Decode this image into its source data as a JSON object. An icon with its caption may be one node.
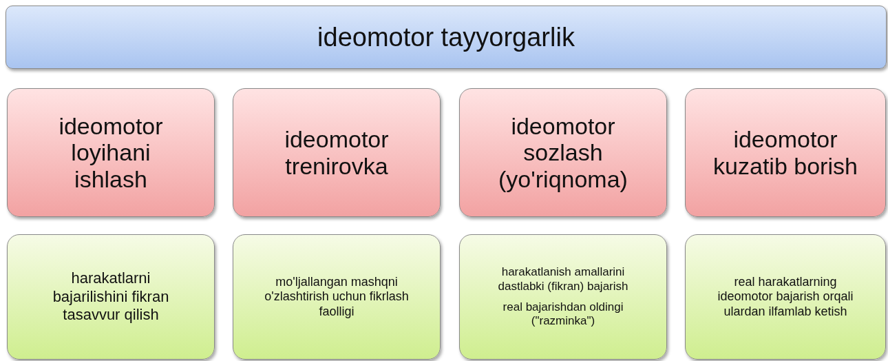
{
  "diagram": {
    "nodes": [
      {
        "text": [
          "ideomotor  tayyorgarlik"
        ]
      },
      {
        "text": [
          "ideomotor loyihani ishlash"
        ]
      },
      {
        "text": [
          "ideomotor trenirovka"
        ]
      },
      {
        "text": [
          "ideomotor sozlash (yo'riqnoma)"
        ]
      },
      {
        "text": [
          "ideomotor kuzatib borish"
        ]
      },
      {
        "text": [
          "harakatlarni bajarilishini fikran tasavvur qilish"
        ]
      },
      {
        "text": [
          "mo'ljallangan mashqni o'zlashtirish uchun fikrlash faolligi"
        ]
      },
      {
        "text": [
          "harakatlanish amallarini dastlabki (fikran) bajarish",
          "real bajarishdan oldingi (\"razminka\")"
        ]
      },
      {
        "text": [
          "real harakatlarning ideomotor bajarish orqali ulardan ilfamlab ketish"
        ]
      }
    ]
  }
}
